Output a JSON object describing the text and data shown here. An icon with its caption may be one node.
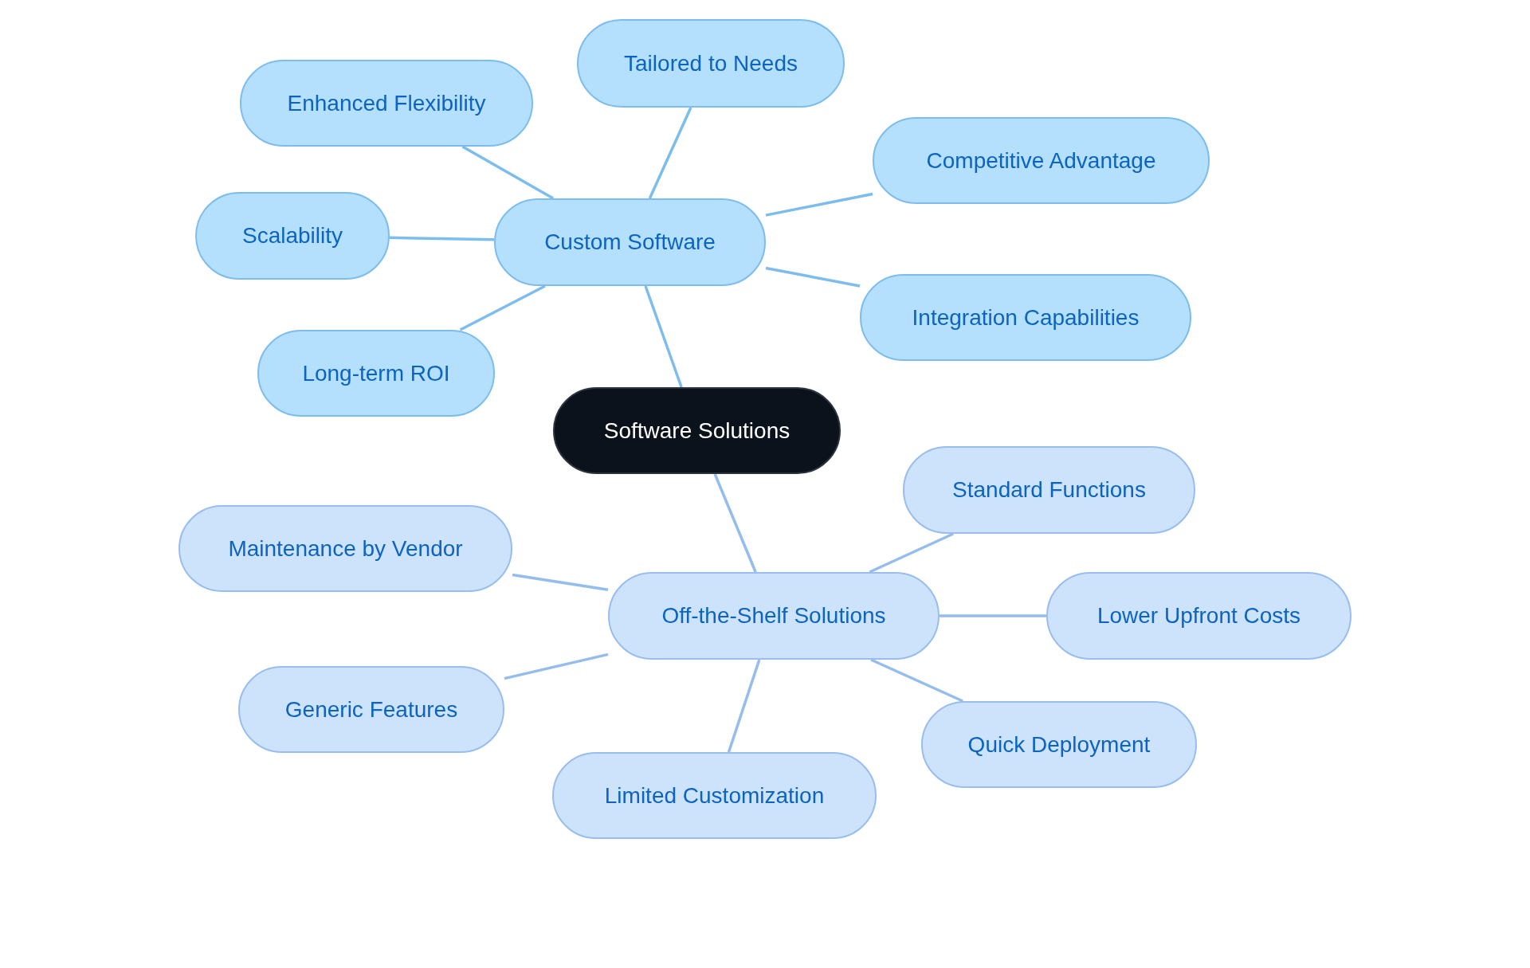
{
  "diagram": {
    "nodes": [
      {
        "text": [
          "Software Solutions"
        ]
      },
      {
        "text": [
          "Custom Software"
        ]
      },
      {
        "text": [
          "Tailored to Needs"
        ]
      },
      {
        "text": [
          "Enhanced Flexibility"
        ]
      },
      {
        "text": [
          "Competitive Advantage"
        ]
      },
      {
        "text": [
          "Scalability"
        ]
      },
      {
        "text": [
          "Integration Capabilities"
        ]
      },
      {
        "text": [
          "Long-term ROI"
        ]
      },
      {
        "text": [
          "Off-the-Shelf Solutions"
        ]
      },
      {
        "text": [
          "Standard Functions"
        ]
      },
      {
        "text": [
          "Maintenance by Vendor"
        ]
      },
      {
        "text": [
          "Lower Upfront Costs"
        ]
      },
      {
        "text": [
          "Generic Features"
        ]
      },
      {
        "text": [
          "Quick Deployment"
        ]
      },
      {
        "text": [
          "Limited Customization"
        ]
      }
    ],
    "edges": [
      {
        "from": 0,
        "to": 1,
        "arrow": "none",
        "color": "#7dbdee"
      },
      {
        "from": 1,
        "to": 2,
        "arrow": "none",
        "color": "#7dbdee"
      },
      {
        "from": 1,
        "to": 3,
        "arrow": "none",
        "color": "#7dbdee"
      },
      {
        "from": 1,
        "to": 4,
        "arrow": "none",
        "color": "#7dbdee"
      },
      {
        "from": 1,
        "to": 5,
        "arrow": "none",
        "color": "#7dbdee"
      },
      {
        "from": 1,
        "to": 6,
        "arrow": "none",
        "color": "#7dbdee"
      },
      {
        "from": 1,
        "to": 7,
        "arrow": "none",
        "color": "#7dbdee"
      },
      {
        "from": 0,
        "to": 8,
        "arrow": "none"
      },
      {
        "from": 8,
        "to": 9,
        "arrow": "none"
      },
      {
        "from": 8,
        "to": 10,
        "arrow": "none"
      },
      {
        "from": 8,
        "to": 11,
        "arrow": "none"
      },
      {
        "from": 8,
        "to": 12,
        "arrow": "none"
      },
      {
        "from": 8,
        "to": 13,
        "arrow": "none"
      },
      {
        "from": 8,
        "to": 14,
        "arrow": "none"
      }
    ]
  }
}
